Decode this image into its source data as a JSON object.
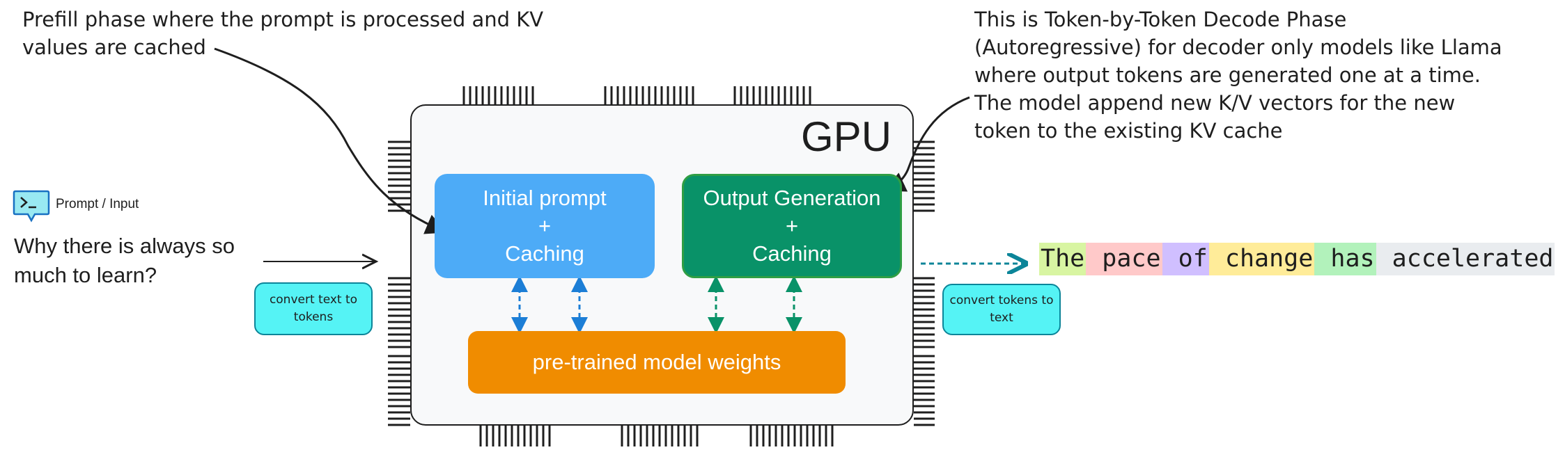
{
  "annotations": {
    "prefill_line1": "Prefill phase where the prompt is processed and KV",
    "prefill_line2": "values are cached",
    "decode_line1": "This is Token-by-Token Decode Phase",
    "decode_line2": "(Autoregressive) for decoder only models like Llama",
    "decode_line3": "where output tokens are generated one at a time.",
    "decode_line4": "The model append new K/V vectors for the new",
    "decode_line5": "token to the existing KV cache"
  },
  "input": {
    "icon": "terminal-prompt-icon",
    "title": "Prompt / Input",
    "text": "Why there is always so much to learn?"
  },
  "gpu": {
    "label": "GPU",
    "initial_box": {
      "line1": "Initial prompt",
      "line2": "+",
      "line3": "Caching"
    },
    "output_box": {
      "line1": "Output Generation",
      "line2": "+",
      "line3": "Caching"
    },
    "weights_box": "pre-trained model weights"
  },
  "converters": {
    "text_to_tokens": "convert text to tokens",
    "tokens_to_text": "convert tokens to text"
  },
  "output_tokens": [
    {
      "text": "The",
      "color": "#d8f5a2"
    },
    {
      "text": " pace",
      "color": "#ffc9c9"
    },
    {
      "text": " of",
      "color": "#d0bfff"
    },
    {
      "text": " change",
      "color": "#ffec99"
    },
    {
      "text": " has",
      "color": "#b2f2bb"
    },
    {
      "text": " accelerated",
      "color": "#e9ecef"
    }
  ],
  "colors": {
    "initial_box": "#4dabf7",
    "output_box": "#099268",
    "weights_box": "#f08c00",
    "converter_pill": "#55f3f5",
    "blue_arrows": "#1c7ed6",
    "green_arrows": "#099268",
    "teal_arrow": "#0c8599"
  }
}
